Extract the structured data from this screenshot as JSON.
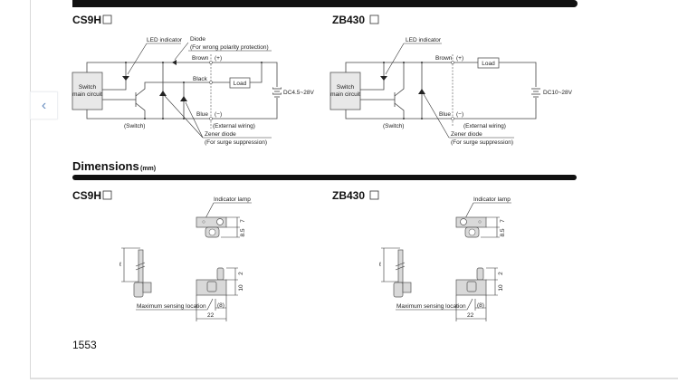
{
  "nav": {
    "prev_icon": "chevron-left-icon",
    "prev_glyph": "‹"
  },
  "circuits": [
    {
      "model": "CS9H",
      "switch_box": [
        "Switch",
        "main circuit"
      ],
      "led_label": "LED indicator",
      "diode_label": "Diode",
      "diode_note": "(For wrong polarity protection)",
      "brown": "Brown",
      "plus": "(+)",
      "black": "Black",
      "load": "Load",
      "blue": "Blue",
      "minus": "(−)",
      "supply": "DC4.5~28V",
      "switch_label": "(Switch)",
      "external": "(External wiring)",
      "zener": "Zener diode",
      "zener_note": "(For surge suppression)"
    },
    {
      "model": "ZB430",
      "switch_box": [
        "Switch",
        "main circuit"
      ],
      "led_label": "LED indicator",
      "brown": "Brown",
      "plus": "(+)",
      "load": "Load",
      "blue": "Blue",
      "minus": "(−)",
      "supply": "DC10~28V",
      "switch_label": "(Switch)",
      "external": "(External wiring)",
      "zener": "Zener diode",
      "zener_note": "(For surge suppression)"
    }
  ],
  "dimensions": {
    "title": "Dimensions",
    "unit": "(mm)",
    "drawings": [
      {
        "model": "CS9H",
        "indicator": "Indicator lamp",
        "dims": [
          "7",
          "8.5",
          "ℓ",
          "2",
          "10",
          "(8)",
          "22"
        ],
        "sensing": "Maximum sensing location"
      },
      {
        "model": "ZB430",
        "indicator": "Indicator lamp",
        "dims": [
          "7",
          "8.5",
          "ℓ",
          "2",
          "10",
          "(8)",
          "22"
        ],
        "sensing": "Maximum sensing location"
      }
    ]
  },
  "page_number": "1553"
}
